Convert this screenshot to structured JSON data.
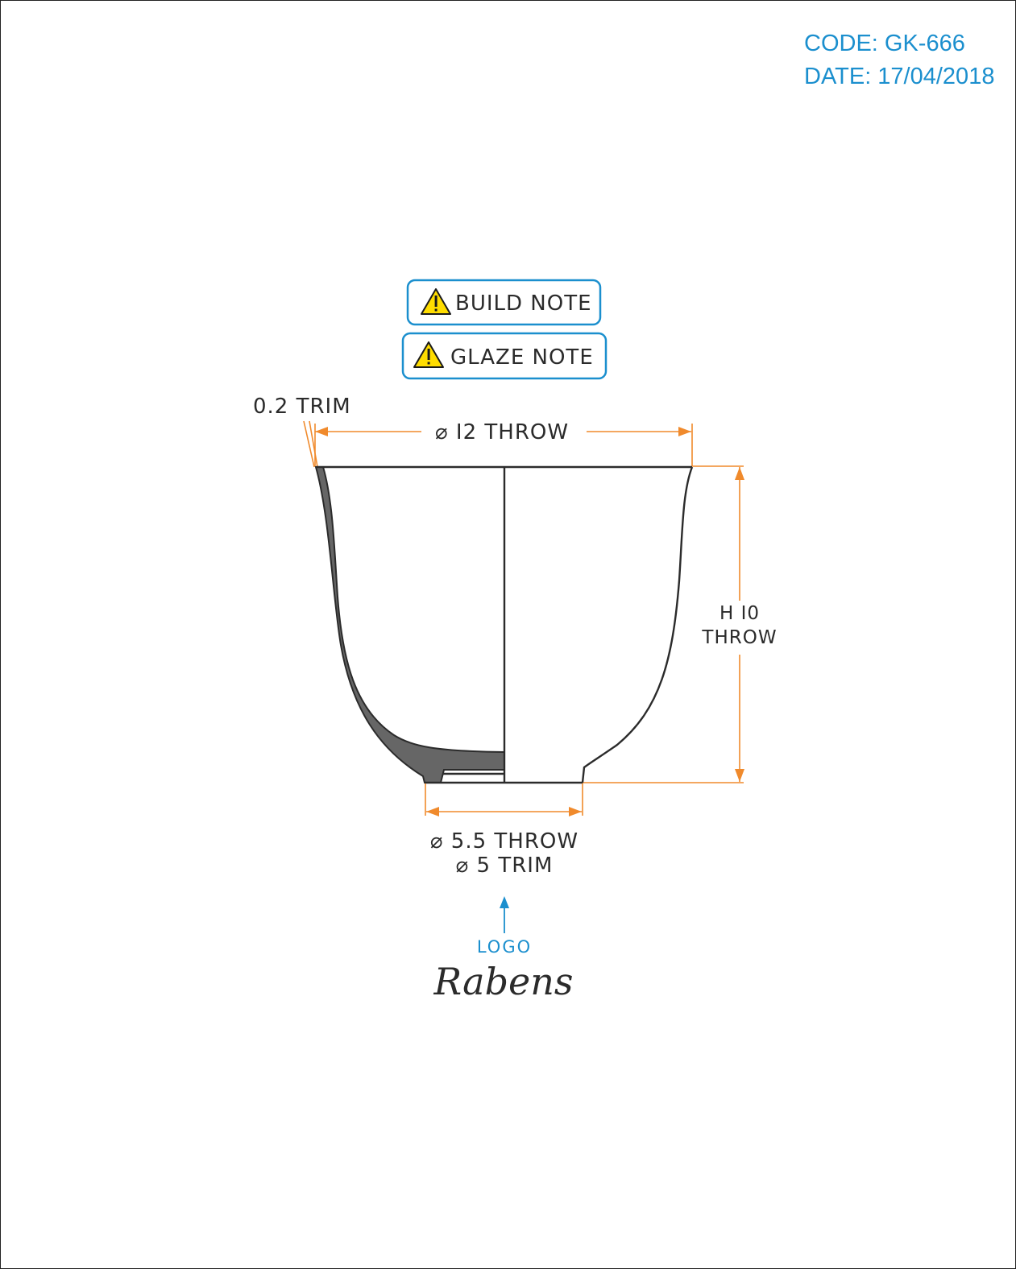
{
  "header": {
    "code": "CODE: GK-666",
    "date": "DATE: 17/04/2018"
  },
  "notes": [
    {
      "label": "BUILD NOTE",
      "icon": "warning-icon"
    },
    {
      "label": "GLAZE NOTE",
      "icon": "warning-icon"
    }
  ],
  "dimensions": {
    "rim_trim": "0.2 TRIM",
    "top_diameter": "⌀ I2 THROW",
    "height_line1": "H I0",
    "height_line2": "THROW",
    "base_throw": "⌀ 5.5 THROW",
    "base_trim": "⌀ 5 TRIM"
  },
  "logo": {
    "label": "LOGO",
    "brand": "Rabens"
  },
  "colors": {
    "accent_blue": "#1b8fce",
    "dimension_orange": "#f08a2c",
    "warning_yellow": "#ffdd00",
    "wall_grey": "#666666"
  }
}
